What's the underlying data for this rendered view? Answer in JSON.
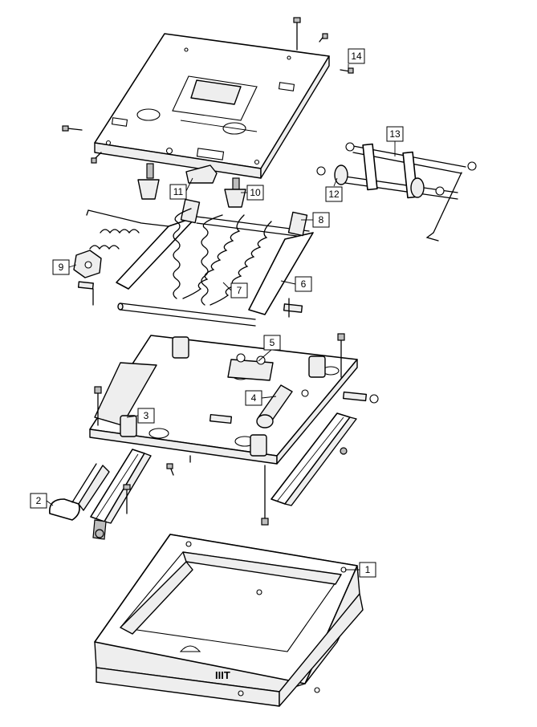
{
  "callouts": [
    {
      "id": "1",
      "label": "1"
    },
    {
      "id": "2",
      "label": "2"
    },
    {
      "id": "3",
      "label": "3"
    },
    {
      "id": "4",
      "label": "4"
    },
    {
      "id": "5",
      "label": "5"
    },
    {
      "id": "6",
      "label": "6"
    },
    {
      "id": "7",
      "label": "7"
    },
    {
      "id": "8",
      "label": "8"
    },
    {
      "id": "9",
      "label": "9"
    },
    {
      "id": "10",
      "label": "10"
    },
    {
      "id": "11",
      "label": "11"
    },
    {
      "id": "12",
      "label": "12"
    },
    {
      "id": "13",
      "label": "13"
    },
    {
      "id": "14",
      "label": "14"
    }
  ],
  "base_stamp": "IIIT"
}
